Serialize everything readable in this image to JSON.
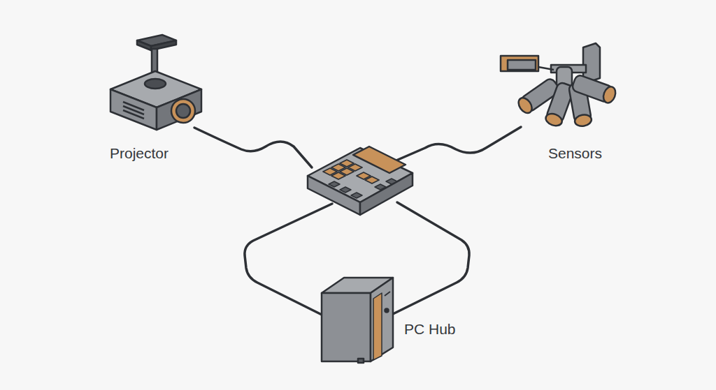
{
  "diagram": {
    "nodes": [
      {
        "text": [
          "Projector"
        ]
      },
      {
        "text": [
          "Sensors"
        ]
      },
      {
        "text": [
          "PC Hub"
        ]
      }
    ]
  }
}
